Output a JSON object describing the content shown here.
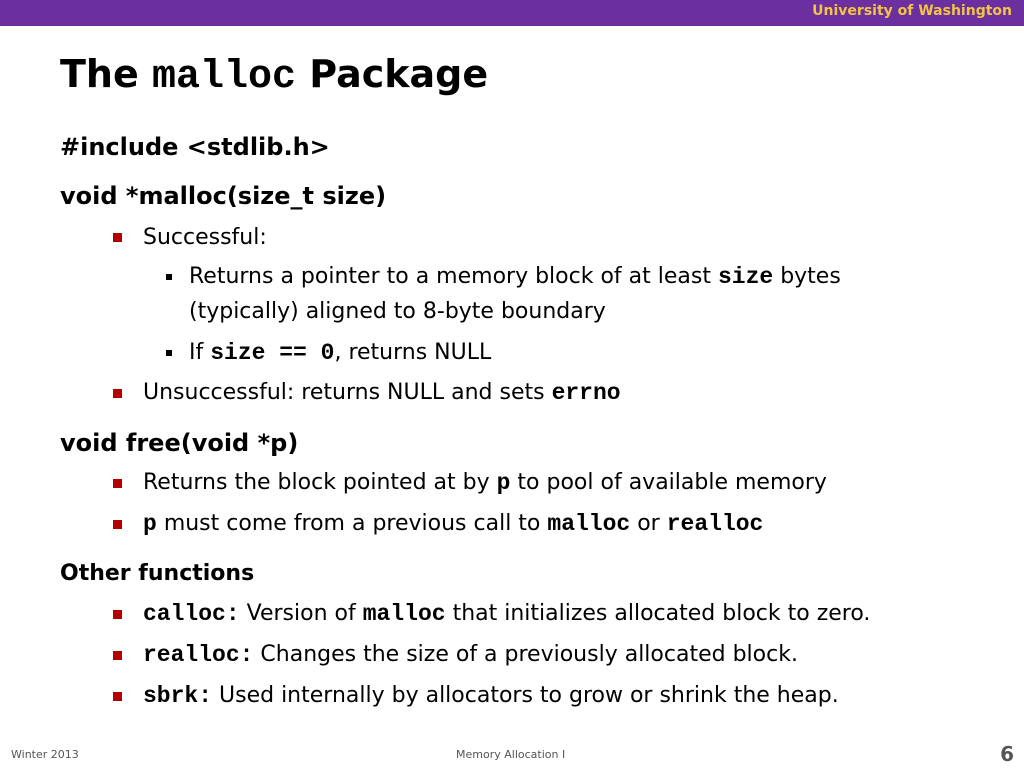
{
  "header": {
    "university": "University of Washington"
  },
  "title": {
    "prefix": "The",
    "code": "malloc",
    "suffix": "Package"
  },
  "code": {
    "include": "#include <stdlib.h>",
    "malloc_sig": "void *malloc(size_t size)",
    "free_sig": "void free(void *p)"
  },
  "malloc": {
    "successful": "Successful:",
    "returns_a": "Returns a pointer to a memory block of at least",
    "returns_code": "size",
    "returns_b": "bytes",
    "returns_c": "(typically) aligned to 8-byte boundary",
    "if_a": "If",
    "if_code": "size == 0",
    "if_b": ", returns NULL",
    "unsuccessful_a": "Unsuccessful: returns NULL and sets",
    "unsuccessful_code": "errno"
  },
  "free": {
    "r1_a": "Returns the block pointed at by",
    "r1_code": "p",
    "r1_b": "to pool of available memory",
    "r2_code": "p",
    "r2_a": "must come from a previous call to",
    "r2_code2": "malloc",
    "r2_b": "or",
    "r2_code3": "realloc"
  },
  "other": {
    "heading": "Other functions",
    "calloc_code": "calloc:",
    "calloc_a": "Version of",
    "calloc_code2": "malloc",
    "calloc_b": "that initializes allocated block to zero.",
    "realloc_code": "realloc:",
    "realloc_text": "Changes the size of a previously allocated block.",
    "sbrk_code": "sbrk:",
    "sbrk_text": "Used internally by allocators to grow or shrink the heap."
  },
  "footer": {
    "left": "Winter 2013",
    "center": "Memory Allocation I",
    "page": "6"
  },
  "colors": {
    "bar": "#6b2fa0",
    "university": "#f2c443",
    "bullet": "#b30000"
  }
}
